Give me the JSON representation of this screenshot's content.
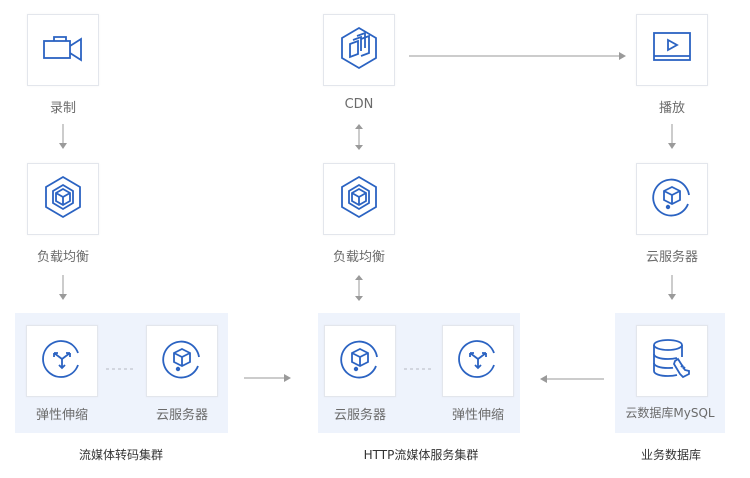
{
  "colors": {
    "accent": "#2b63c2",
    "connector": "#9a9a9a",
    "group_bg": "#eef3fc",
    "card_border": "#e3e6ec"
  },
  "nodes": {
    "record": {
      "label": "录制",
      "icon": "video-camera-icon"
    },
    "cdn": {
      "label": "CDN",
      "icon": "cdn-hexagon-icon"
    },
    "play": {
      "label": "播放",
      "icon": "video-player-icon"
    },
    "lb_left": {
      "label": "负载均衡",
      "icon": "load-balancer-icon"
    },
    "lb_mid": {
      "label": "负载均衡",
      "icon": "load-balancer-icon"
    },
    "cvm_right": {
      "label": "云服务器",
      "icon": "cloud-server-icon"
    },
    "transcode_autoscale": {
      "label": "弹性伸缩",
      "icon": "auto-scaling-icon"
    },
    "transcode_cvm": {
      "label": "云服务器",
      "icon": "cloud-server-icon"
    },
    "http_cvm": {
      "label": "云服务器",
      "icon": "cloud-server-icon"
    },
    "http_autoscale": {
      "label": "弹性伸缩",
      "icon": "auto-scaling-icon"
    },
    "mysql": {
      "label": "云数据库MySQL",
      "icon": "database-icon"
    }
  },
  "groups": {
    "transcode": {
      "title": "流媒体转码集群"
    },
    "http": {
      "title": "HTTP流媒体服务集群"
    },
    "db": {
      "title": "业务数据库"
    }
  }
}
